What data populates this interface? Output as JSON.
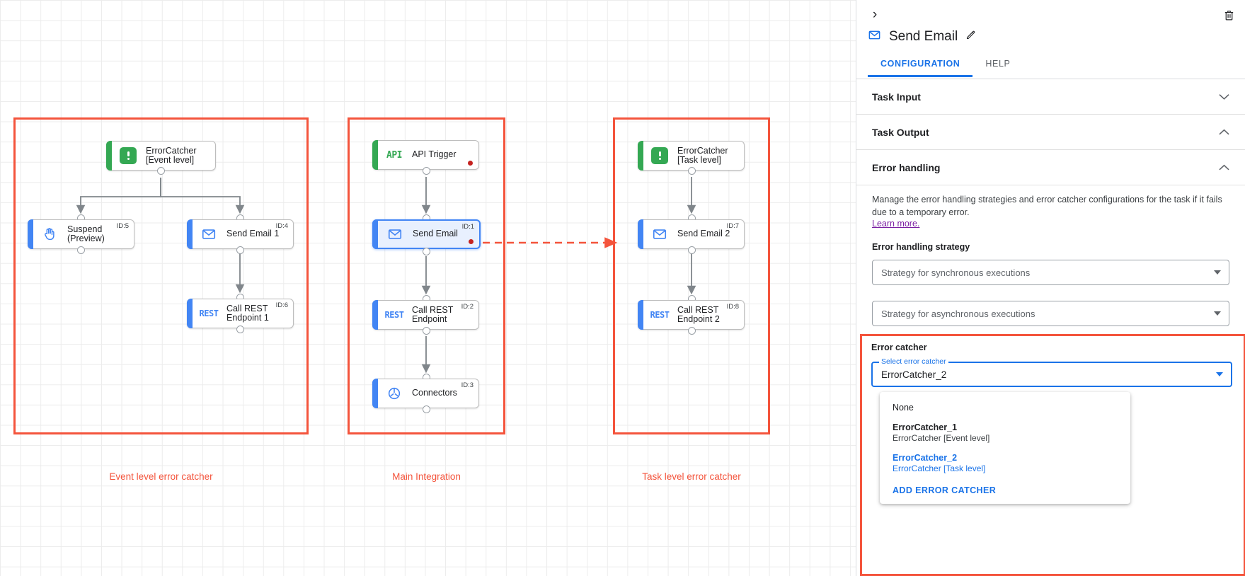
{
  "canvas": {
    "groups": [
      {
        "caption": "Event level error catcher"
      },
      {
        "caption": "Main Integration"
      },
      {
        "caption": "Task level error catcher"
      }
    ],
    "nodes": {
      "error_catcher_event": {
        "label": "ErrorCatcher\n[Event level]",
        "icon": "error-catcher-icon",
        "id": ""
      },
      "suspend": {
        "label": "Suspend\n(Preview)",
        "icon": "hand-icon",
        "id": "ID:5"
      },
      "send_email_1": {
        "label": "Send Email 1",
        "icon": "envelope-icon",
        "id": "ID:4"
      },
      "call_rest_1": {
        "label": "Call REST\nEndpoint 1",
        "icon": "rest-icon",
        "id": "ID:6"
      },
      "api_trigger": {
        "label": "API Trigger",
        "icon": "api-icon",
        "id": ""
      },
      "send_email": {
        "label": "Send Email",
        "icon": "envelope-icon",
        "id": "ID:1"
      },
      "call_rest": {
        "label": "Call REST\nEndpoint",
        "icon": "rest-icon",
        "id": "ID:2"
      },
      "connectors": {
        "label": "Connectors",
        "icon": "connectors-icon",
        "id": "ID:3"
      },
      "error_catcher_task": {
        "label": "ErrorCatcher\n[Task level]",
        "icon": "error-catcher-icon",
        "id": ""
      },
      "send_email_2": {
        "label": "Send Email 2",
        "icon": "envelope-icon",
        "id": "ID:7"
      },
      "call_rest_2": {
        "label": "Call REST\nEndpoint 2",
        "icon": "rest-icon",
        "id": "ID:8"
      }
    },
    "icon_text": {
      "api": "API",
      "rest": "REST"
    }
  },
  "panel": {
    "title": "Send Email",
    "collapse_glyph": "›",
    "tabs": [
      {
        "label": "CONFIGURATION",
        "active": true
      },
      {
        "label": "HELP",
        "active": false
      }
    ],
    "sections": [
      {
        "title": "Task Input",
        "expanded": false
      },
      {
        "title": "Task Output",
        "expanded": true
      },
      {
        "title": "Error handling",
        "expanded": true
      }
    ],
    "error_handling": {
      "description": "Manage the error handling strategies and error catcher configurations for the task if it fails due to a temporary error.",
      "learn_more": "Learn more.",
      "strategy_label": "Error handling strategy",
      "sync_placeholder": "Strategy for synchronous executions",
      "async_placeholder": "Strategy for asynchronous executions"
    },
    "error_catcher": {
      "title": "Error catcher",
      "field_legend": "Select error catcher",
      "value": "ErrorCatcher_2",
      "options": [
        {
          "primary": "None",
          "secondary": "",
          "selected": false,
          "bold": false
        },
        {
          "primary": "ErrorCatcher_1",
          "secondary": "ErrorCatcher [Event level]",
          "selected": false,
          "bold": true
        },
        {
          "primary": "ErrorCatcher_2",
          "secondary": "ErrorCatcher [Task level]",
          "selected": true,
          "bold": true
        }
      ],
      "add_action": "ADD ERROR CATCHER"
    }
  },
  "colors": {
    "accent_blue": "#1a73e8",
    "highlight_red": "#f4543c",
    "green": "#34a853",
    "node_blue": "#4285f4",
    "status_dot": "#c5221f",
    "learn_more_purple": "#7b1fa2"
  }
}
